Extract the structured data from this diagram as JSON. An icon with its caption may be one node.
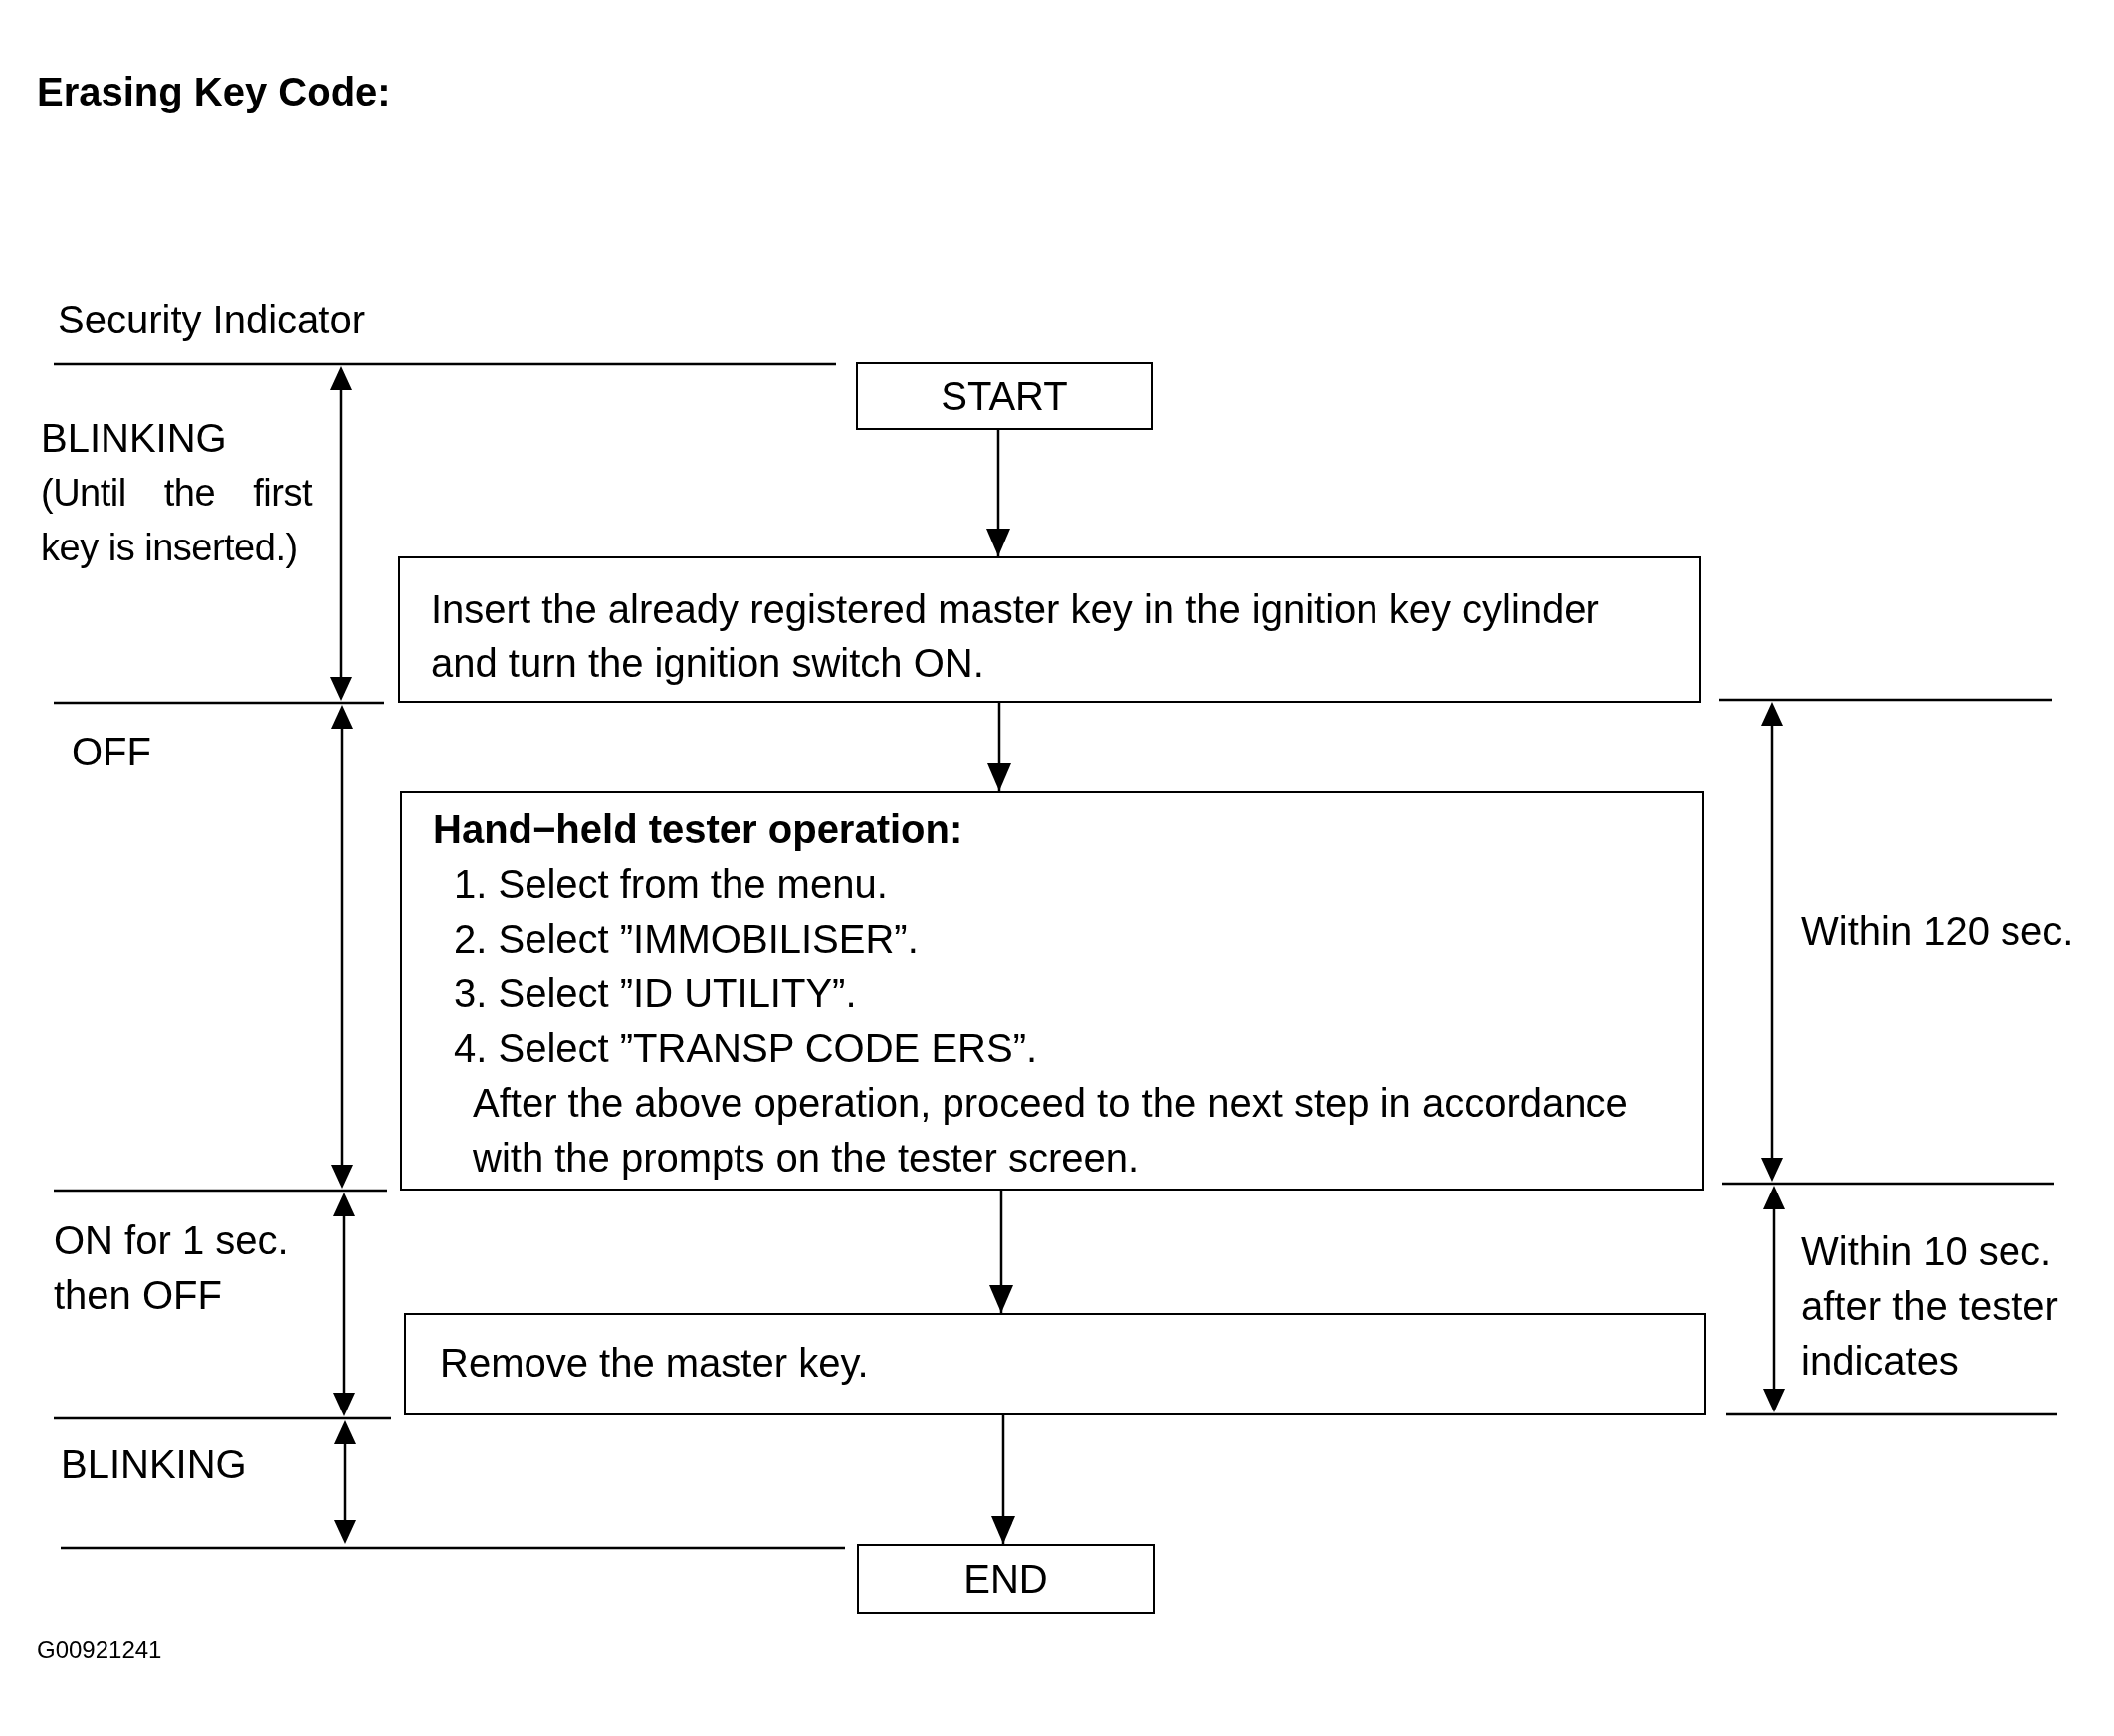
{
  "diagram": {
    "title": "Erasing Key Code:",
    "nodes": [
      {
        "text": [
          "START"
        ]
      },
      {
        "text": [
          "Insert the already registered master key in the ignition key cylinder and turn the ignition switch ON."
        ]
      },
      {
        "text": [
          "Hand−held tester operation:",
          "1. Select from the menu.",
          "2. Select ”IMMOBILISER”.",
          "3. Select ”ID UTILITY”.",
          "4. Select ”TRANSP CODE ERS”.",
          "After the above operation, proceed to the next step in accordance with the prompts on the tester screen."
        ]
      },
      {
        "text": [
          "Remove the master key."
        ]
      },
      {
        "text": [
          "END"
        ]
      }
    ],
    "edges": [
      {
        "from": 0,
        "to": 1,
        "arrow": "to"
      },
      {
        "from": 1,
        "to": 2,
        "arrow": "to"
      },
      {
        "from": 2,
        "to": 3,
        "arrow": "to"
      },
      {
        "from": 3,
        "to": 4,
        "arrow": "to"
      }
    ],
    "labels": [
      "Security Indicator",
      "BLINKING",
      "(Until the first key is inserted.)",
      "OFF",
      "Within 120 sec.",
      "ON for 1 sec. then OFF",
      "Within 10 sec. after the tester indicates",
      "BLINKING",
      "G00921241"
    ]
  }
}
